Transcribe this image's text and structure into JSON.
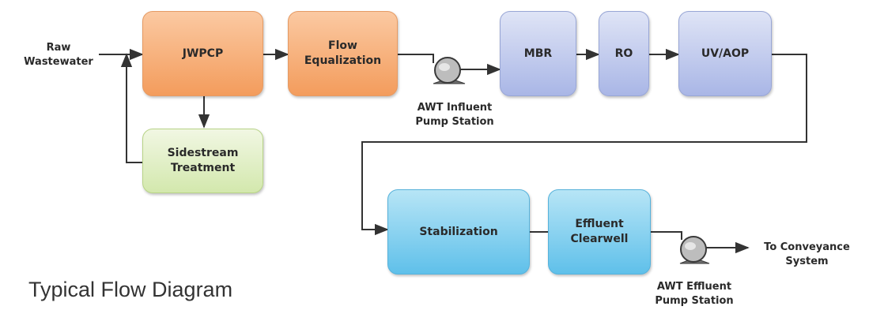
{
  "nodes": {
    "jwpcp": "JWPCP",
    "flow_equalization": "Flow\nEqualization",
    "sidestream_treatment": "Sidestream\nTreatment",
    "mbr": "MBR",
    "ro": "RO",
    "uv_aop": "UV/AOP",
    "stabilization": "Stabilization",
    "effluent_clearwell": "Effluent\nClearwell"
  },
  "labels": {
    "raw_wastewater": "Raw\nWastewater",
    "awt_influent_pump_station": "AWT Influent\nPump Station",
    "awt_effluent_pump_station": "AWT Effluent\nPump Station",
    "to_conveyance_system": "To Conveyance\nSystem"
  },
  "caption": "Typical Flow Diagram",
  "colors": {
    "front_end_boxes": "#f6a86a",
    "sidestream_box": "#d7eab5",
    "advanced_treatment_boxes": "#b3bfe9",
    "post_treatment_boxes": "#6cc6ec",
    "connector_lines": "#333333"
  },
  "icons": [
    "pump-icon",
    "pump-icon"
  ]
}
